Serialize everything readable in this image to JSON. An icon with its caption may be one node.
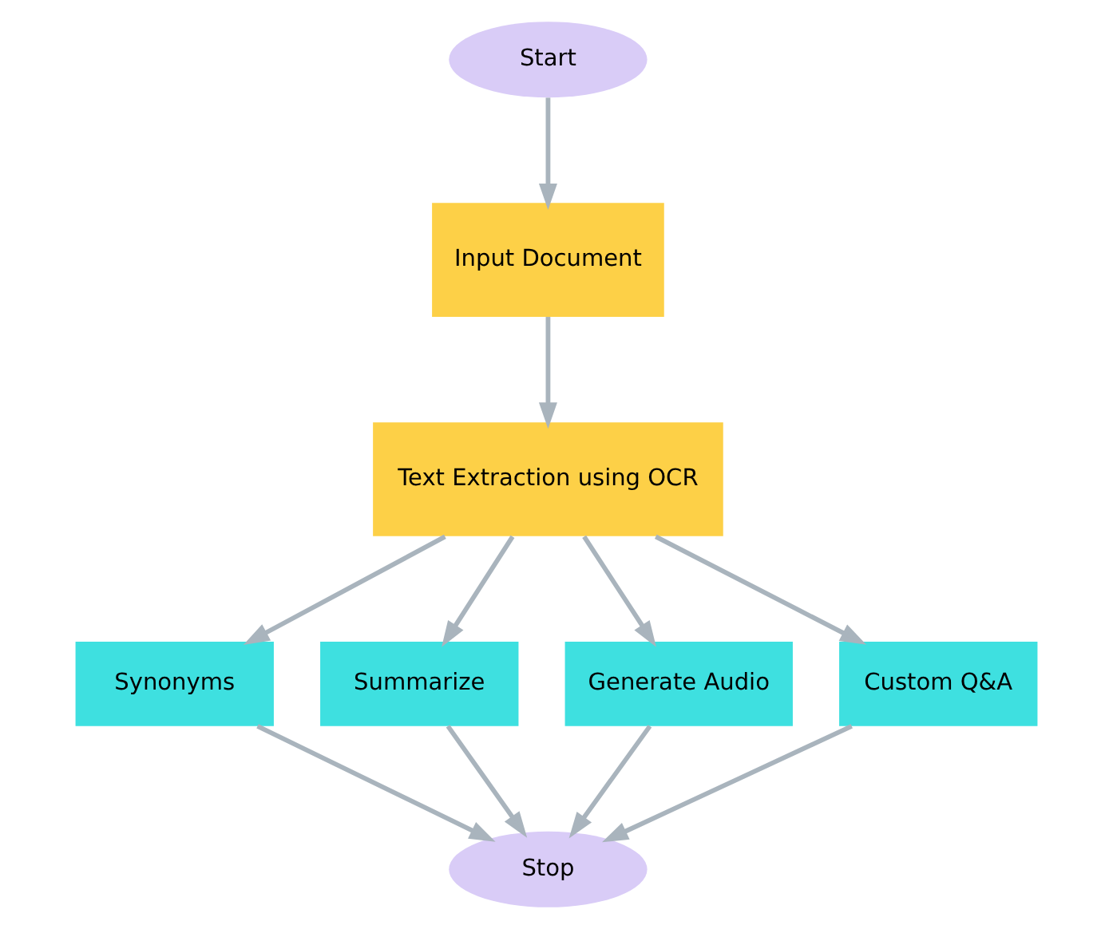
{
  "diagram": {
    "nodes": [
      {
        "text": [
          "Start"
        ]
      },
      {
        "text": [
          "Input Document"
        ]
      },
      {
        "text": [
          "Text Extraction using OCR"
        ]
      },
      {
        "text": [
          "Synonyms"
        ]
      },
      {
        "text": [
          "Summarize"
        ]
      },
      {
        "text": [
          "Generate Audio"
        ]
      },
      {
        "text": [
          "Custom Q&A"
        ]
      },
      {
        "text": [
          "Stop"
        ]
      }
    ],
    "edges": [
      {
        "from": 0,
        "to": 1,
        "arrow": "to"
      },
      {
        "from": 1,
        "to": 2,
        "arrow": "to"
      },
      {
        "from": 2,
        "to": 3,
        "arrow": "to"
      },
      {
        "from": 2,
        "to": 4,
        "arrow": "to"
      },
      {
        "from": 2,
        "to": 5,
        "arrow": "to"
      },
      {
        "from": 2,
        "to": 6,
        "arrow": "to"
      },
      {
        "from": 3,
        "to": 7,
        "arrow": "to"
      },
      {
        "from": 4,
        "to": 7,
        "arrow": "to"
      },
      {
        "from": 5,
        "to": 7,
        "arrow": "to"
      },
      {
        "from": 6,
        "to": 7,
        "arrow": "to"
      }
    ]
  }
}
